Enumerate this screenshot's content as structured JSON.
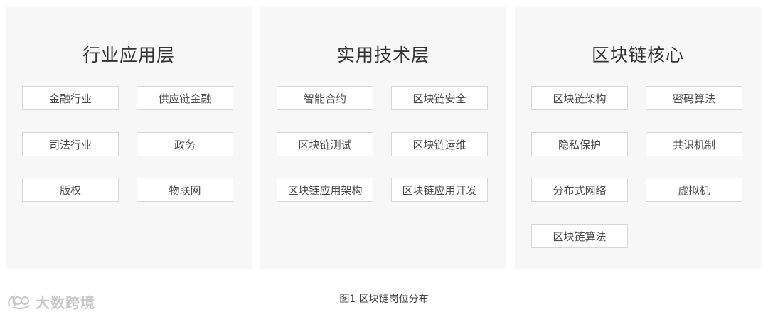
{
  "columns": [
    {
      "title": "行业应用层",
      "items": [
        "金融行业",
        "供应链金融",
        "司法行业",
        "政务",
        "版权",
        "物联网"
      ]
    },
    {
      "title": "实用技术层",
      "items": [
        "智能合约",
        "区块链安全",
        "区块链测试",
        "区块链运维",
        "区块链应用架构",
        "区块链应用开发"
      ]
    },
    {
      "title": "区块链核心",
      "items": [
        "区块链架构",
        "密码算法",
        "隐私保护",
        "共识机制",
        "分布式网络",
        "虚拟机",
        "区块链算法"
      ]
    }
  ],
  "caption": "图1 区块链岗位分布",
  "watermark": {
    "text": "大数跨境",
    "icon": "logo-icon"
  }
}
